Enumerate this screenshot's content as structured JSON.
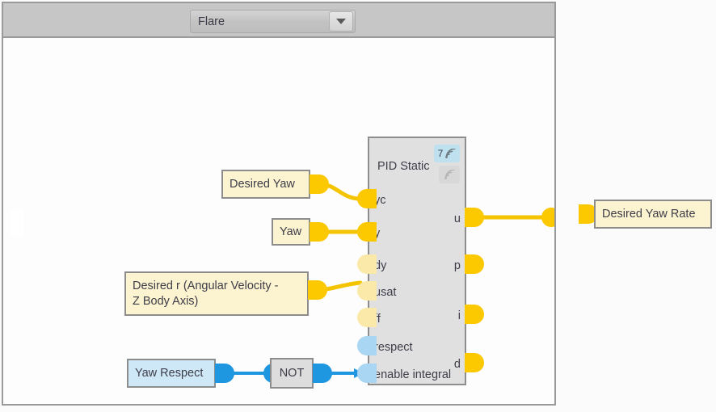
{
  "window": {
    "title": "Flare",
    "background_color": "#fbfbfb"
  },
  "toolbar": {
    "dropdown": {
      "name": "diagram-selector",
      "selected": "Flare",
      "arrow_icon": "chevron-down-icon"
    }
  },
  "diagram": {
    "title": "Flare",
    "colors": {
      "wire_numeric": "#f5c400",
      "wire_boolean": "#1f96e0",
      "node_variable_fill": "#fcf3d0",
      "node_boolean_fill": "#cfe8f7",
      "node_operator_fill": "#dddddd",
      "block_fill": "#e0e0e0",
      "border": "#8d8d8d",
      "badge_active": "#bfe0ef",
      "badge_inactive": "#d8d8d8"
    },
    "nodes": [
      {
        "id": "desired-yaw",
        "label": "Desired Yaw",
        "kind": "variable",
        "port_type": "numeric",
        "connected": true
      },
      {
        "id": "yaw",
        "label": "Yaw",
        "kind": "variable",
        "port_type": "numeric",
        "connected": true
      },
      {
        "id": "desired-r",
        "label": "Desired r (Angular Velocity - Z Body Axis)",
        "label_line1": "Desired r (Angular Velocity -",
        "label_line2": "Z Body Axis)",
        "kind": "variable",
        "port_type": "numeric",
        "connected": true
      },
      {
        "id": "yaw-respect",
        "label": "Yaw Respect",
        "kind": "boolean",
        "port_type": "boolean",
        "connected": true
      },
      {
        "id": "not-gate",
        "label": "NOT",
        "kind": "operator",
        "port_type": "boolean",
        "connected": true
      },
      {
        "id": "desired-yaw-rate",
        "label": "Desired Yaw Rate",
        "kind": "variable",
        "port_type": "numeric",
        "connected": true
      }
    ],
    "block": {
      "id": "pid-static",
      "title": "PID Static",
      "badges": [
        {
          "id": "badge-count",
          "count": "7",
          "icon": "signal-icon",
          "state": "active"
        },
        {
          "id": "badge-signal",
          "count": "",
          "icon": "signal-icon",
          "state": "inactive"
        }
      ],
      "inputs": [
        {
          "name": "yc",
          "type": "numeric",
          "connected": true
        },
        {
          "name": "y",
          "type": "numeric",
          "connected": true
        },
        {
          "name": "dy",
          "type": "numeric",
          "connected": false
        },
        {
          "name": "usat",
          "type": "numeric",
          "connected": true
        },
        {
          "name": "ff",
          "type": "numeric",
          "connected": false
        },
        {
          "name": "respect",
          "type": "boolean",
          "connected": false
        },
        {
          "name": "enable integral",
          "type": "boolean",
          "connected": true
        }
      ],
      "outputs": [
        {
          "name": "u",
          "type": "numeric",
          "connected": true
        },
        {
          "name": "p",
          "type": "numeric",
          "connected": false
        },
        {
          "name": "i",
          "type": "numeric",
          "connected": false
        },
        {
          "name": "d",
          "type": "numeric",
          "connected": false
        }
      ]
    },
    "connections": [
      {
        "from": "desired-yaw",
        "to": "pid-static.yc",
        "type": "numeric"
      },
      {
        "from": "yaw",
        "to": "pid-static.y",
        "type": "numeric"
      },
      {
        "from": "desired-r",
        "to": "pid-static.usat",
        "type": "numeric"
      },
      {
        "from": "yaw-respect",
        "to": "not-gate",
        "type": "boolean"
      },
      {
        "from": "not-gate",
        "to": "pid-static.enable integral",
        "type": "boolean"
      },
      {
        "from": "pid-static.u",
        "to": "desired-yaw-rate",
        "type": "numeric"
      }
    ]
  }
}
